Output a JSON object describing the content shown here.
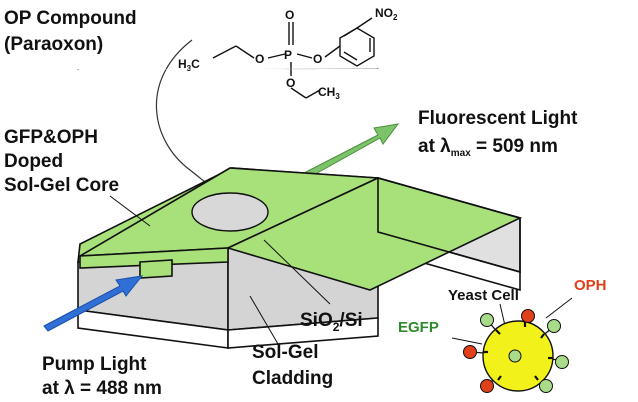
{
  "labels": {
    "op_line1": "OP Compound",
    "op_line2": "(Paraoxon)",
    "core_line1": "GFP&OPH",
    "core_line2": "Doped",
    "core_line3": "Sol-Gel Core",
    "fluor_line1": "Fluorescent Light",
    "fluor_at": "at λ",
    "fluor_sub": "max",
    "fluor_value": " = 509 nm",
    "pump_line1": "Pump Light",
    "pump_line2": "at λ  = 488  nm",
    "substrate_main": "SiO",
    "substrate_sub": "2",
    "substrate_tail": "/Si",
    "cladding_line1": "Sol-Gel",
    "cladding_line2": "Cladding",
    "yeast": "Yeast Cell",
    "oph": "OPH",
    "egfp": "EGFP"
  },
  "chem": {
    "no2_main": "NO",
    "no2_sub": "2",
    "h3c_main": "H",
    "h3c_sub": "3",
    "h3c_tail": "C",
    "ch3_main": "CH",
    "ch3_sub": "3",
    "p": "P",
    "o_top": "O",
    "o_left": "O",
    "o_right": "O",
    "o_bottom": "O"
  },
  "colors": {
    "core_green": "#a8e07a",
    "arrow_green": "#7cc46a",
    "pump_blue": "#2f6fd6",
    "cladding_gray": "#d4d4d4",
    "yeast_yellow": "#f2f21a",
    "oph_red": "#e0401a",
    "egfp_green": "#2e8b2e",
    "node_green": "#a8dc88"
  }
}
